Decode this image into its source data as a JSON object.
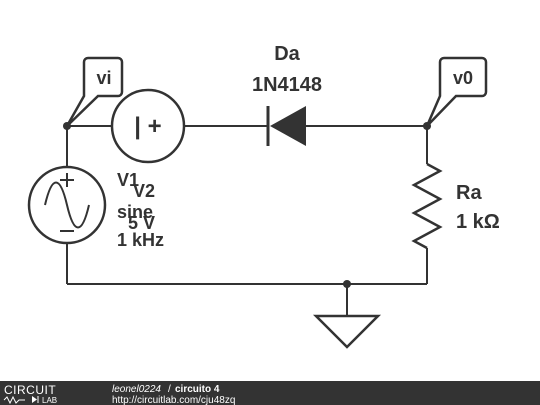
{
  "nodes": {
    "vi": "vi",
    "v0": "v0"
  },
  "diode": {
    "name": "Da",
    "part": "1N4148"
  },
  "resistor": {
    "name": "Ra",
    "value": "1 kΩ"
  },
  "source_ac": {
    "name": "V1",
    "type": "sine",
    "amplitude": "5 V",
    "frequency": "1 kHz"
  },
  "source_dc": {
    "name": "V2",
    "polarity": "| +"
  },
  "footer": {
    "logo_top": "CIRCUIT",
    "logo_bottom": "LAB",
    "user": "leonel0224",
    "separator": "/",
    "title": "circuito 4",
    "url": "http://circuitlab.com/cju48zq"
  },
  "colors": {
    "ink": "#333333",
    "footer_bg": "#333333",
    "footer_text": "#ffffff"
  }
}
